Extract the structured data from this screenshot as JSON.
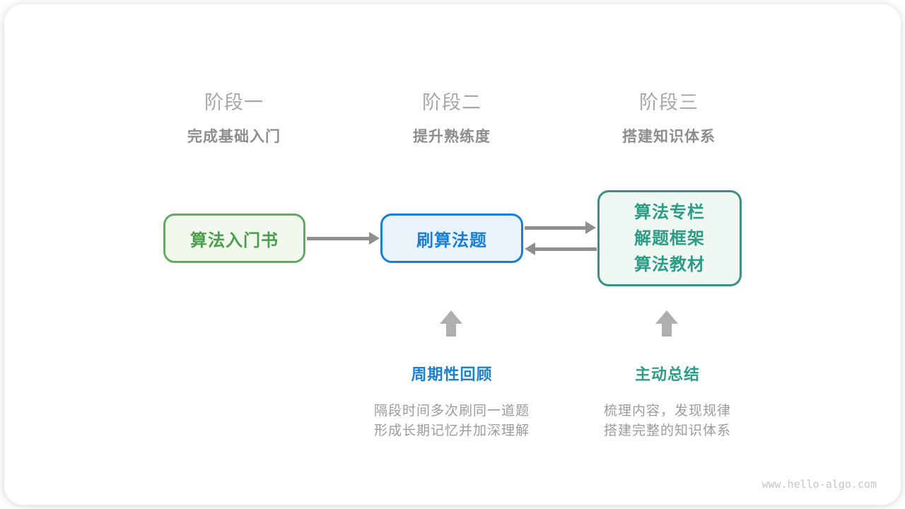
{
  "stages": [
    {
      "title": "阶段一",
      "subtitle": "完成基础入门"
    },
    {
      "title": "阶段二",
      "subtitle": "提升熟练度"
    },
    {
      "title": "阶段三",
      "subtitle": "搭建知识体系"
    }
  ],
  "nodes": [
    {
      "label": "算法入门书",
      "color": "#4c9d4c",
      "border": "#66a966",
      "fill": "#f1f8ee"
    },
    {
      "label": "刷算法题",
      "color": "#1a7ed5",
      "border": "#1a7ed5",
      "fill": "#e9f3fc"
    },
    {
      "lines": [
        "算法专栏",
        "解题框架",
        "算法教材"
      ],
      "color": "#2d9c85",
      "border": "#3d9184",
      "fill": "#eef7f2"
    }
  ],
  "methods": [
    {
      "label": "周期性回顾",
      "color": "#1b7fd4",
      "desc_line1": "隔段时间多次刷同一道题",
      "desc_line2": "形成长期记忆并加深理解"
    },
    {
      "label": "主动总结",
      "color": "#2d9c85",
      "desc_line1": "梳理内容，发现规律",
      "desc_line2": "搭建完整的知识体系"
    }
  ],
  "arrows": {
    "horizontal": [
      "arrow-right",
      "arrow-right",
      "arrow-left"
    ],
    "vertical": [
      "arrow-up",
      "arrow-up"
    ],
    "line_color": "#8f8f8f",
    "up_color": "#afafaf"
  },
  "watermark": "www.hello-algo.com"
}
